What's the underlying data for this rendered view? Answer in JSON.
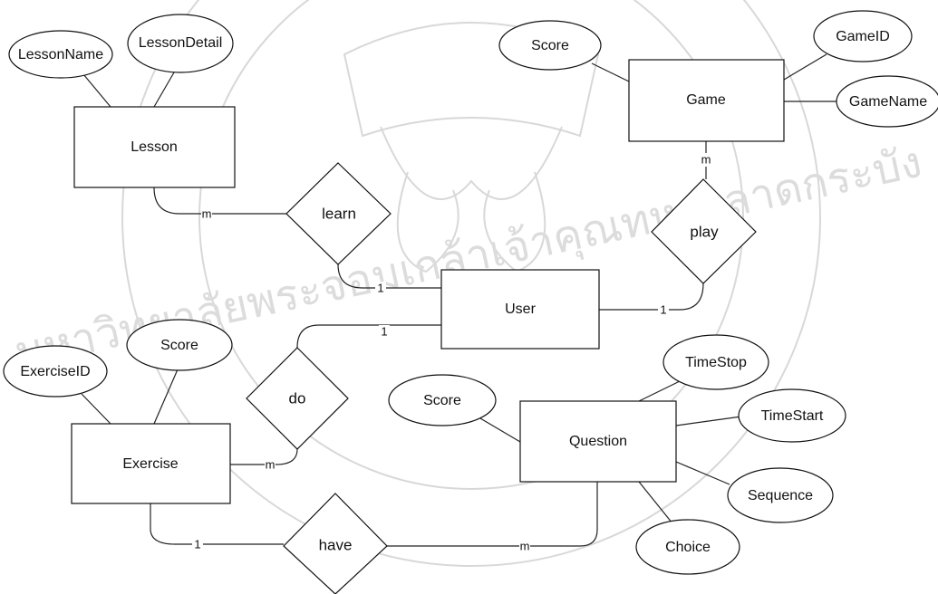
{
  "entities": {
    "lesson": "Lesson",
    "game": "Game",
    "user": "User",
    "exercise": "Exercise",
    "question": "Question"
  },
  "relationships": {
    "learn": "learn",
    "play": "play",
    "do": "do",
    "have": "have"
  },
  "attributes": {
    "lesson_name": "LessonName",
    "lesson_detail": "LessonDetail",
    "game_score": "Score",
    "game_id": "GameID",
    "game_name": "GameName",
    "exercise_id": "ExerciseID",
    "exercise_score": "Score",
    "question_score": "Score",
    "time_stop": "TimeStop",
    "time_start": "TimeStart",
    "sequence": "Sequence",
    "choice": "Choice"
  },
  "cardinalities": {
    "lesson_learn": "m",
    "learn_user": "1",
    "game_play": "m",
    "play_user": "1",
    "user_do": "1",
    "do_exercise": "m",
    "exercise_have": "1",
    "have_question": "m"
  },
  "watermark": {
    "text": "มหาวิทยาลัยพระจอมเกล้าเจ้าคุณทหารลาดกระบัง"
  }
}
